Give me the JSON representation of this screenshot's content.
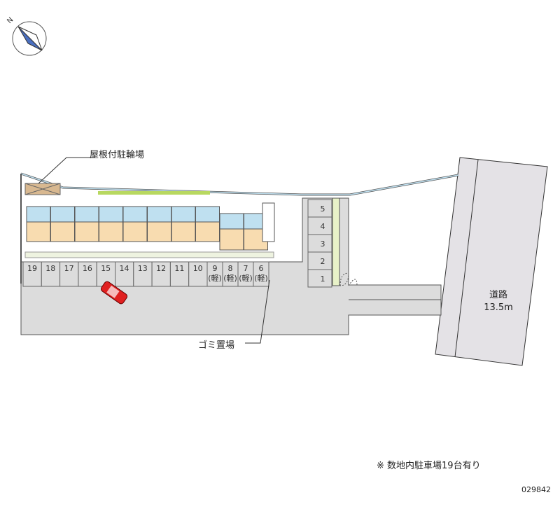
{
  "labels": {
    "bicycle_parking": "屋根付駐輪場",
    "garbage_area": "ゴミ置場",
    "road_name": "道路",
    "road_width": "13.5m",
    "note": "※ 数地内駐車場19台有り",
    "map_code": "029842",
    "compass": "N"
  },
  "parking_row_main": [
    "19",
    "18",
    "17",
    "16",
    "15",
    "14",
    "13",
    "12",
    "11",
    "10"
  ],
  "parking_row_kei": [
    "9",
    "8",
    "7",
    "6"
  ],
  "kei_mark": "(軽)",
  "parking_column": [
    "5",
    "4",
    "3",
    "2",
    "1"
  ],
  "colors": {
    "lot": "#dcdcdc",
    "road": "#e4e2e6",
    "unit": "#f8dcb0",
    "blue": "#bfe0f0",
    "car": "#e02020",
    "green": "#b8d860"
  }
}
